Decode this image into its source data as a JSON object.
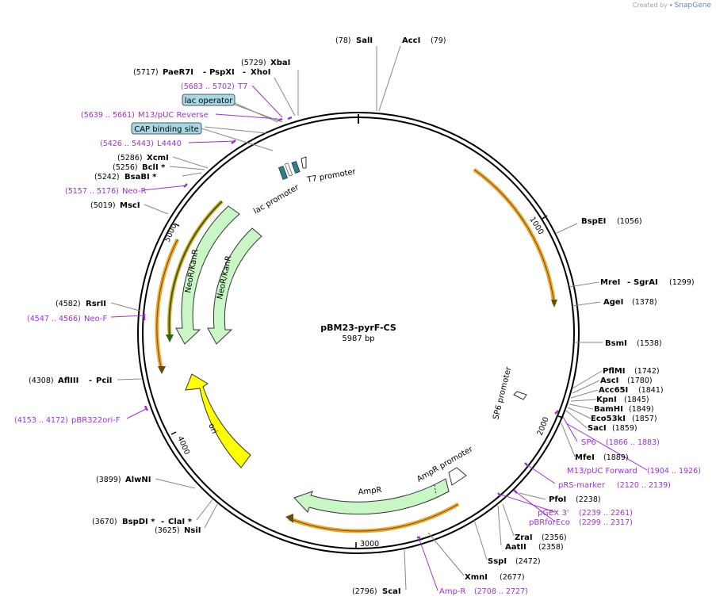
{
  "credit": {
    "prefix": "Created by",
    "brand": "SnapGene"
  },
  "plasmid": {
    "name": "pBM23-pyrF-CS",
    "length": "5987 bp"
  },
  "ticks": [
    "1000",
    "2000",
    "3000",
    "4000",
    "5000"
  ],
  "enzymes": [
    {
      "name": "SalI",
      "pos": "(78)"
    },
    {
      "name": "AccI",
      "pos": "(79)"
    },
    {
      "name": "XbaI",
      "pos": "(5729)"
    },
    {
      "name": "PaeR7I",
      "sep1": "-",
      "name2": "PspXI",
      "sep2": "-",
      "name3": "XhoI",
      "pos": "(5717)"
    },
    {
      "name": "BspEI",
      "pos": "(1056)"
    },
    {
      "name": "MreI",
      "sep": "-",
      "name2": "SgrAI",
      "pos": "(1299)"
    },
    {
      "name": "AgeI",
      "pos": "(1378)"
    },
    {
      "name": "BsmI",
      "pos": "(1538)"
    },
    {
      "name": "PflMI",
      "pos": "(1742)"
    },
    {
      "name": "AscI",
      "pos": "(1780)"
    },
    {
      "name": "Acc65I",
      "pos": "(1841)"
    },
    {
      "name": "KpnI",
      "pos": "(1845)"
    },
    {
      "name": "BamHI",
      "pos": "(1849)"
    },
    {
      "name": "Eco53kI",
      "pos": "(1857)"
    },
    {
      "name": "SacI",
      "pos": "(1859)"
    },
    {
      "name": "MfeI",
      "pos": "(1889)"
    },
    {
      "name": "PfoI",
      "pos": "(2238)"
    },
    {
      "name": "ZraI",
      "pos": "(2356)"
    },
    {
      "name": "AatII",
      "pos": "(2358)"
    },
    {
      "name": "SspI",
      "pos": "(2472)"
    },
    {
      "name": "XmnI",
      "pos": "(2677)"
    },
    {
      "name": "ScaI",
      "pos": "(2796)"
    },
    {
      "name": "AlwNI",
      "pos": "(3899)"
    },
    {
      "name": "BspDI *",
      "sep": "-",
      "name2": "ClaI *",
      "pos": "(3670)"
    },
    {
      "name": "NsiI",
      "pos": "(3625)"
    },
    {
      "name": "AflIII",
      "sep": "-",
      "name2": "PciI",
      "pos": "(4308)"
    },
    {
      "name": "RsrII",
      "pos": "(4582)"
    },
    {
      "name": "MscI",
      "pos": "(5019)"
    },
    {
      "name": "XcmI",
      "pos": "(5286)"
    },
    {
      "name": "BclI *",
      "pos": "(5256)"
    },
    {
      "name": "BsaBI *",
      "pos": "(5242)"
    }
  ],
  "primers": [
    {
      "name": "T7",
      "pos": "(5683 .. 5702)"
    },
    {
      "name": "M13/pUC Reverse",
      "pos": "(5639 .. 5661)"
    },
    {
      "name": "L4440",
      "pos": "(5426 .. 5443)"
    },
    {
      "name": "Neo-R",
      "pos": "(5157 .. 5176)"
    },
    {
      "name": "Neo-F",
      "pos": "(4547 .. 4566)"
    },
    {
      "name": "pBR322ori-F",
      "pos": "(4153 .. 4172)"
    },
    {
      "name": "SP6",
      "pos": "(1866 .. 1883)"
    },
    {
      "name": "M13/pUC Forward",
      "pos": "(1904 .. 1926)"
    },
    {
      "name": "pRS-marker",
      "pos": "(2120 .. 2139)"
    },
    {
      "name": "pGEX 3'",
      "pos": "(2239 .. 2261)"
    },
    {
      "name": "pBRforEco",
      "pos": "(2299 .. 2317)"
    },
    {
      "name": "Amp-R",
      "pos": "(2708 .. 2727)"
    }
  ],
  "boxed_features": [
    {
      "name": "lac operator"
    },
    {
      "name": "CAP binding site"
    }
  ],
  "features": {
    "lac_promoter": "lac promoter",
    "t7_promoter": "T7 promoter",
    "sp6_promoter": "SP6 promoter",
    "neor1": "NeoR/KanR",
    "neor2": "NeoR/KanR",
    "ori": "ori",
    "ampr": "AmpR",
    "ampr_promoter": "AmpR promoter"
  },
  "colors": {
    "backbone": "#000000",
    "orf": "#f0a830",
    "marker": "#c8f7c5",
    "ori": "#ffff00",
    "primer": "#9b30d9",
    "box": "#a6d8e6",
    "lac": "#2f7d8e"
  }
}
